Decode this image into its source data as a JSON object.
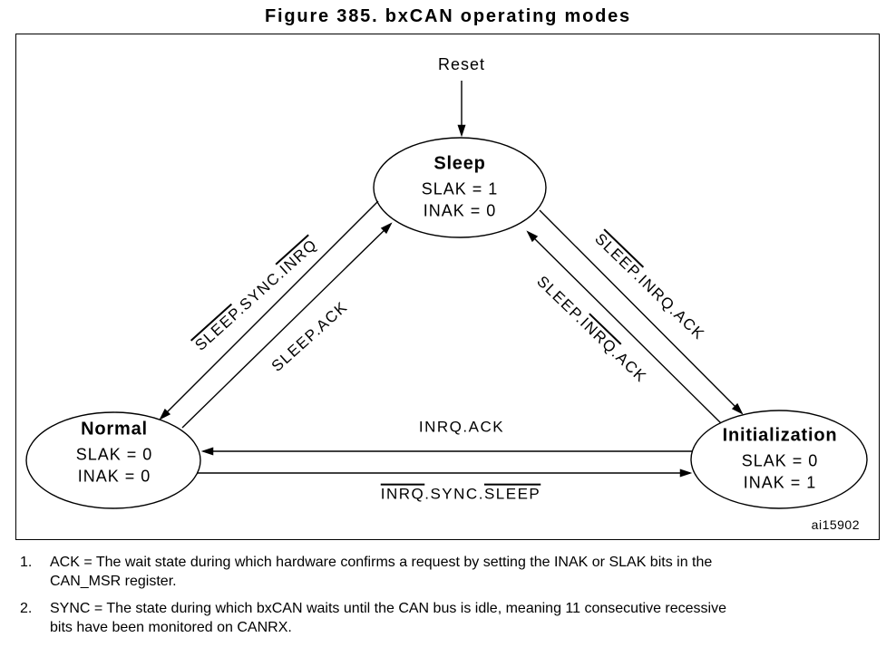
{
  "title": "Figure 385. bxCAN operating modes",
  "diagram": {
    "reset_label": "Reset",
    "watermark": "ai15902",
    "states": {
      "sleep": {
        "name": "Sleep",
        "bits": [
          "SLAK = 1",
          "INAK = 0"
        ]
      },
      "normal": {
        "name": "Normal",
        "bits": [
          "SLAK = 0",
          "INAK = 0"
        ]
      },
      "initialization": {
        "name": "Initialization",
        "bits": [
          "SLAK = 0",
          "INAK = 1"
        ]
      }
    },
    "transitions": [
      {
        "from": "Sleep",
        "to": "Normal",
        "segments": [
          {
            "text": "SLEEP",
            "overline": true
          },
          {
            "text": ".SYNC.",
            "overline": false
          },
          {
            "text": "INRQ",
            "overline": true
          }
        ]
      },
      {
        "from": "Normal",
        "to": "Sleep",
        "segments": [
          {
            "text": "SLEEP.ACK",
            "overline": false
          }
        ]
      },
      {
        "from": "Sleep",
        "to": "Initialization",
        "segments": [
          {
            "text": "SLEEP",
            "overline": true
          },
          {
            "text": ".INRQ.ACK",
            "overline": false
          }
        ]
      },
      {
        "from": "Initialization",
        "to": "Sleep",
        "segments": [
          {
            "text": "SLEEP.",
            "overline": false
          },
          {
            "text": "INRQ",
            "overline": true
          },
          {
            "text": ".ACK",
            "overline": false
          }
        ]
      },
      {
        "from": "Initialization",
        "to": "Normal",
        "segments": [
          {
            "text": "INRQ.ACK",
            "overline": false
          }
        ]
      },
      {
        "from": "Normal",
        "to": "Initialization",
        "segments": [
          {
            "text": "INRQ",
            "overline": true
          },
          {
            "text": ".SYNC.",
            "overline": false
          },
          {
            "text": "SLEEP",
            "overline": true
          }
        ]
      }
    ]
  },
  "notes": [
    {
      "num": "1.",
      "text": "ACK = The wait state during which hardware confirms a request by setting the INAK or SLAK bits in the\nCAN_MSR register."
    },
    {
      "num": "2.",
      "text": "SYNC = The state during which bxCAN waits until the CAN bus is idle, meaning 11 consecutive recessive\nbits have been monitored on CANRX."
    }
  ]
}
